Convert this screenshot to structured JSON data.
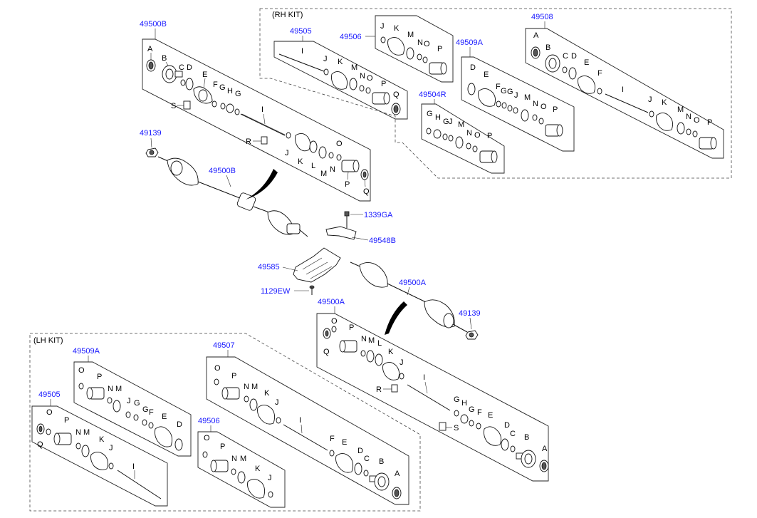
{
  "kits": {
    "rh": "(RH KIT)",
    "lh": "(LH KIT)"
  },
  "part_numbers": {
    "top_assembly_box": "49500B",
    "top_shaft": "49500B",
    "nut_left": "49139",
    "rh_kit_49505": "49505",
    "rh_kit_49506": "49506",
    "rh_kit_49509A": "49509A",
    "rh_kit_49504R": "49504R",
    "rh_kit_49508": "49508",
    "bolt_1339GA": "1339GA",
    "bracket_49548B": "49548B",
    "heat_shield_49585": "49585",
    "bolt_1129EW": "1129EW",
    "bottom_shaft": "49500A",
    "bottom_assembly_box": "49500A",
    "nut_right": "49139",
    "lh_kit_49509A": "49509A",
    "lh_kit_49505": "49505",
    "lh_kit_49507": "49507",
    "lh_kit_49506": "49506"
  },
  "letters": {
    "A": "A",
    "B": "B",
    "C": "C",
    "D": "D",
    "E": "E",
    "F": "F",
    "G": "G",
    "H": "H",
    "I": "I",
    "J": "J",
    "K": "K",
    "L": "L",
    "M": "M",
    "N": "N",
    "O": "O",
    "P": "P",
    "Q": "Q",
    "R": "R",
    "S": "S"
  }
}
